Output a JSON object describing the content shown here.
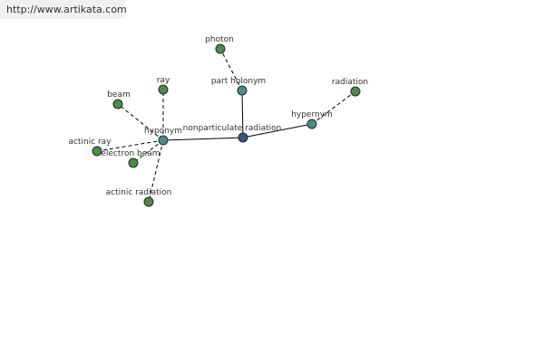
{
  "header": {
    "url": "http://www.artikata.com"
  },
  "colors": {
    "center_node": "#3b4f8a",
    "relation_node": "#4f8a8a",
    "leaf_node": "#4e8a4e",
    "node_stroke": "#1f2f1f",
    "edge": "#000000"
  },
  "graph": {
    "center": {
      "label": "nonparticulate radiation"
    },
    "relations": [
      {
        "label": "hyponym",
        "terms": [
          "ray",
          "beam",
          "actinic ray",
          "electron beam",
          "actinic radiation"
        ]
      },
      {
        "label": "part holonym",
        "terms": [
          "photon"
        ]
      },
      {
        "label": "hypernym",
        "terms": [
          "radiation"
        ]
      }
    ]
  }
}
